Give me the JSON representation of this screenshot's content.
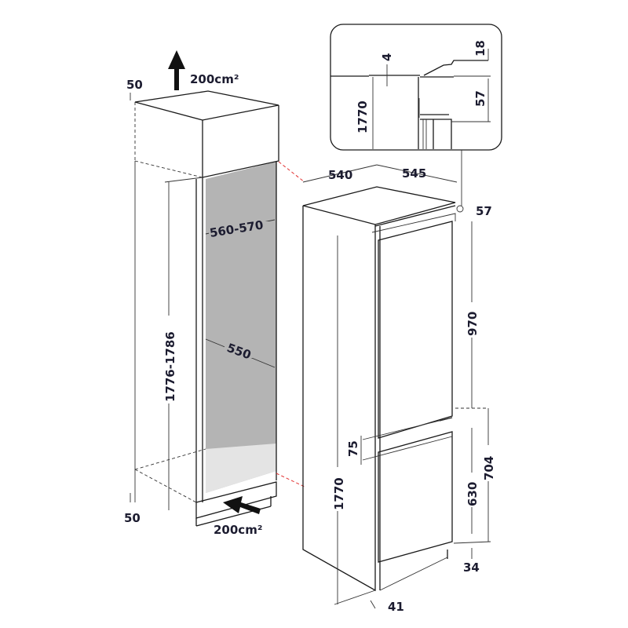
{
  "colors": {
    "line": "#1a1a1a",
    "text": "#1c1c30",
    "interior": "#b4b4b4",
    "floor": "#e4e4e4",
    "guide": "#e23030"
  },
  "cabinet": {
    "vent_top": "200cm²",
    "vent_bottom": "200cm²",
    "gap_top": "50",
    "gap_bottom": "50",
    "height": "1776-1786",
    "width": "560-570",
    "depth": "550"
  },
  "appliance": {
    "depth": "540",
    "width": "545",
    "top_gap": "57",
    "upper_door": "970",
    "door_gap": "75",
    "height": "1770",
    "lower_section": "704",
    "lower_door": "630",
    "bottom_gap": "34",
    "side_offset": "41"
  },
  "detail": {
    "thickness": "4",
    "top_offset": "18",
    "gap": "57",
    "height": "1770"
  }
}
